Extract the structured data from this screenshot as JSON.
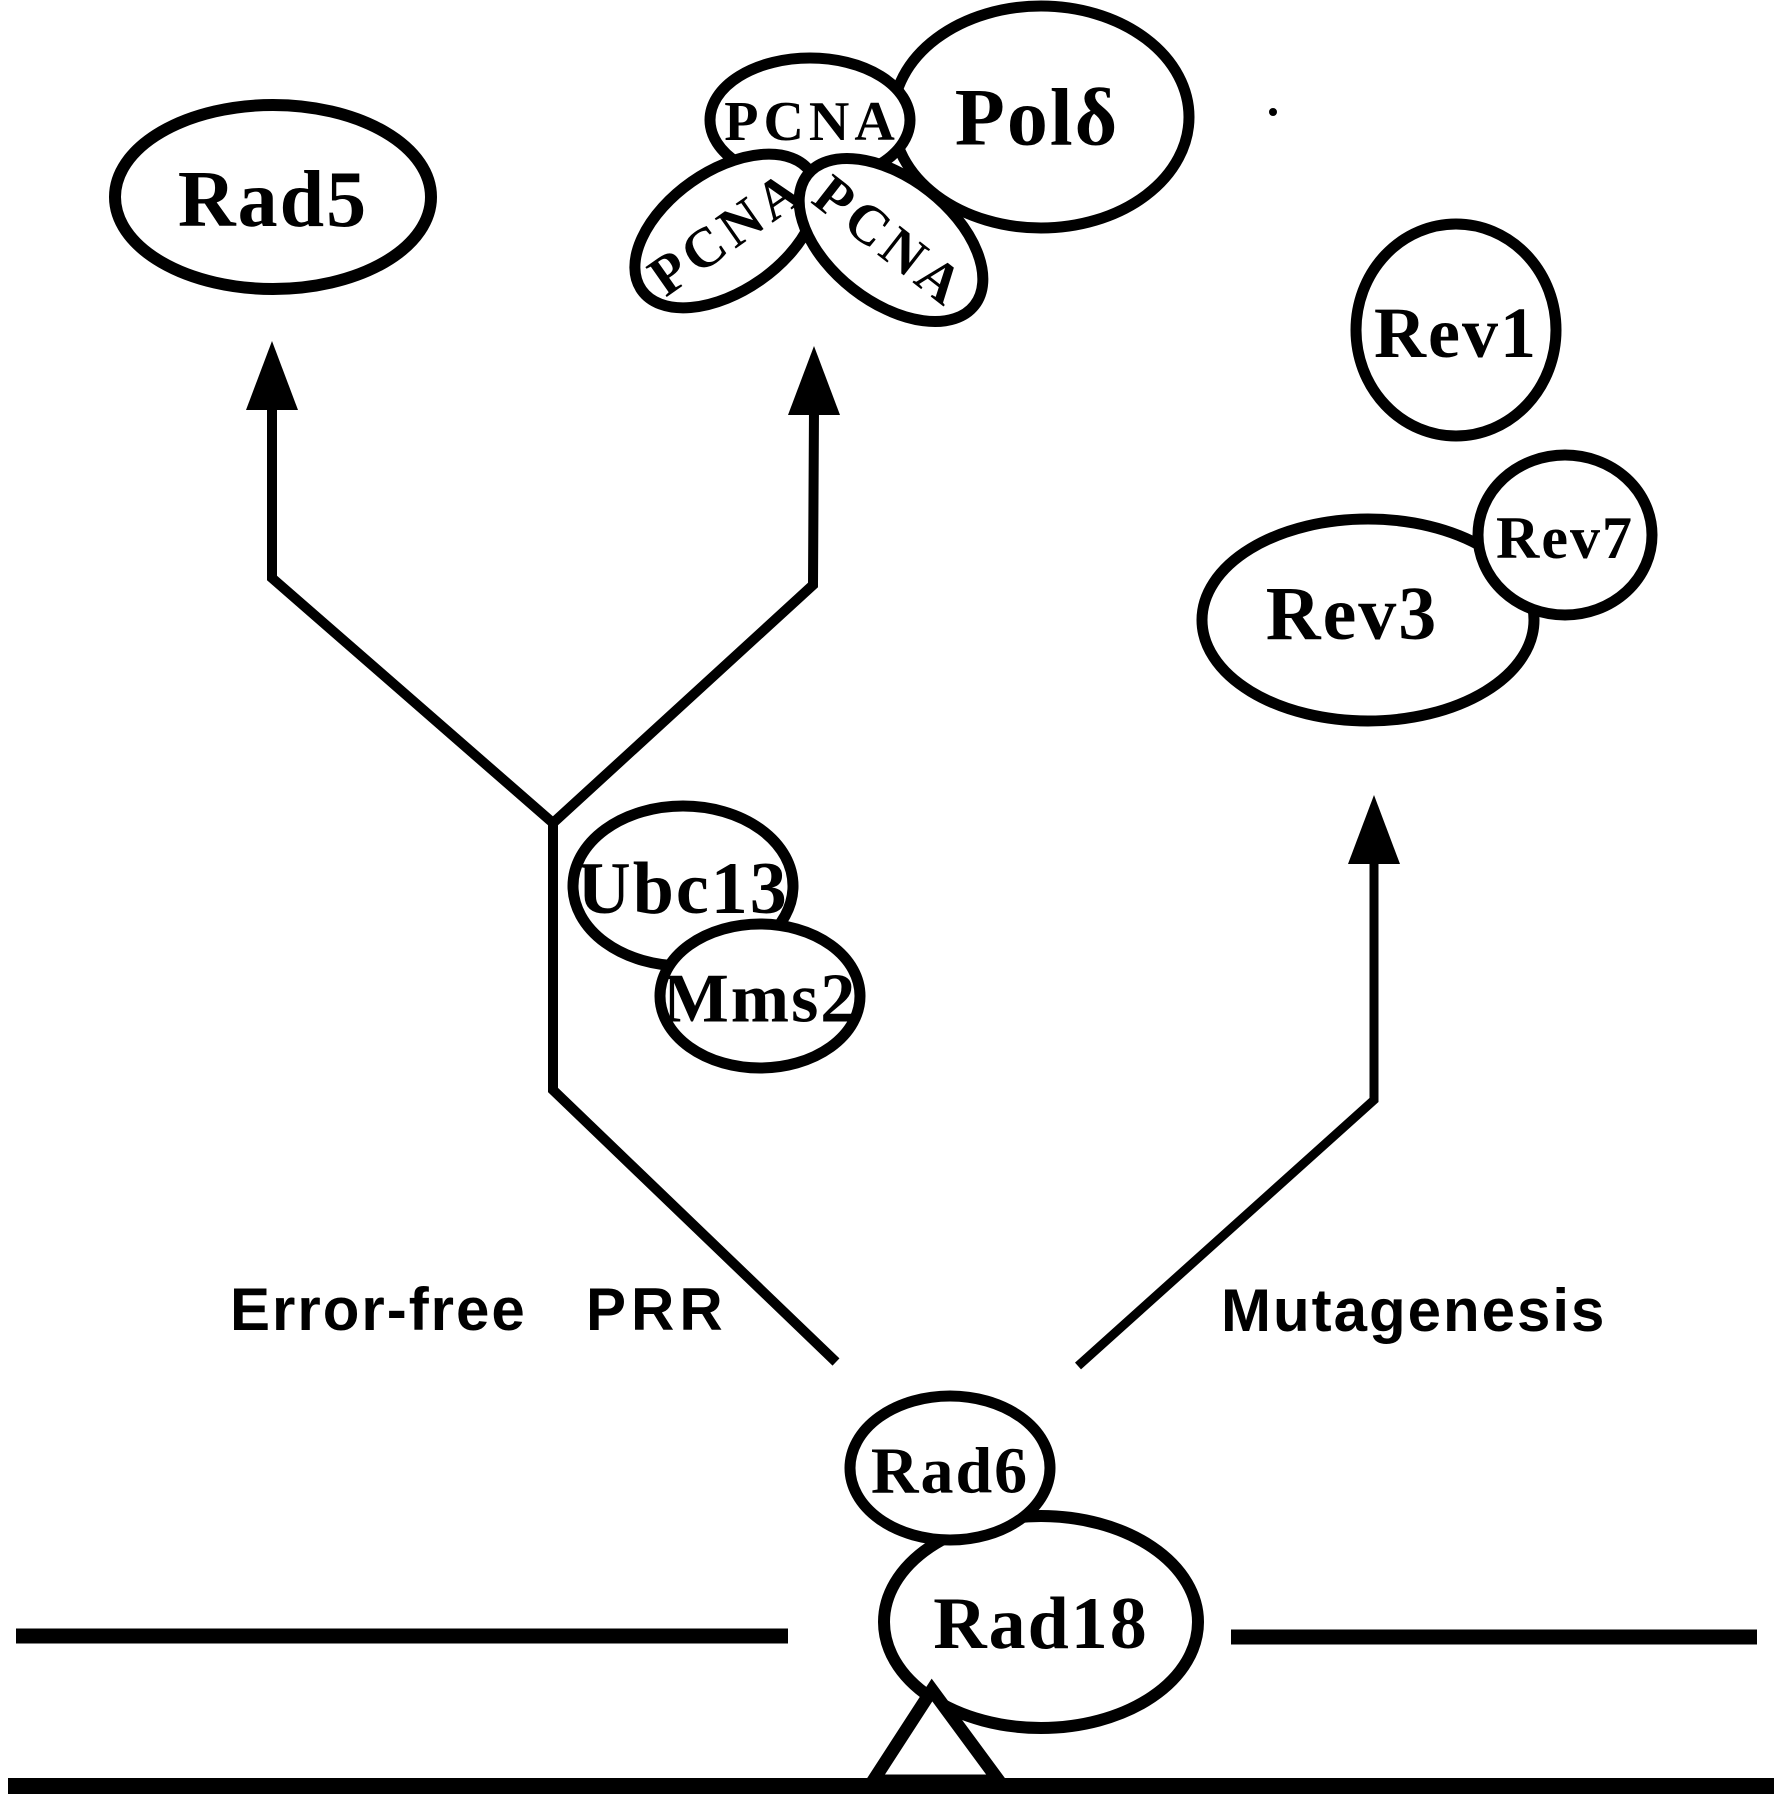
{
  "diagram": {
    "colors": {
      "ink": "#000000",
      "background": "#ffffff"
    },
    "nodes": {
      "rad5": "Rad5",
      "pcna_top": "PCNA",
      "pcna_left": "PCNA",
      "pcna_right": "PCNA",
      "pol_delta": "Polδ",
      "rev1": "Rev1",
      "rev3": "Rev3",
      "rev7": "Rev7",
      "ubc13": "Ubc13",
      "mms2": "Mms2",
      "rad6": "Rad6",
      "rad18": "Rad18"
    },
    "pathway_labels": {
      "error_free": "Error-free",
      "prr": "PRR",
      "mutagenesis": "Mutagenesis"
    }
  }
}
